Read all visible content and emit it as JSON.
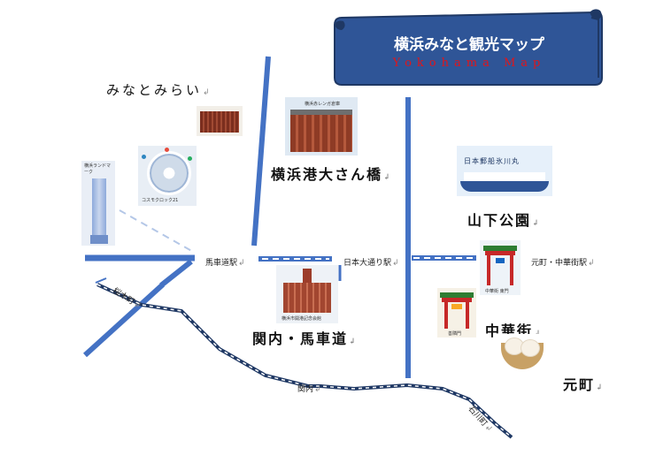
{
  "banner": {
    "title": "横浜みなと観光マップ",
    "subtitle": "Yokohama Map"
  },
  "areas": {
    "minatomirai": "みなとみらい",
    "osanbashi": "横浜港大さん橋",
    "yamashita": "山下公園",
    "kannai": "関内・馬車道",
    "chinatown": "中華街",
    "motomachi": "元町"
  },
  "stations": {
    "bashamichi": "馬車道駅",
    "nihon_odori": "日本大通り駅",
    "motomachi_chukagai": "元町・中華街駅",
    "sakuragicho": "桜木町",
    "kannai": "関内",
    "ishikawacho": "石川町"
  },
  "landmark_captions": {
    "landmark_tower": "横浜ランドマーク",
    "cosmo_clock": "コスモクロック21",
    "red_brick": "横浜赤レンガ倉庫",
    "hikawamaru": "日本郵船氷川丸",
    "chukagai_east_gate": "中華街 東門",
    "zenrin_gate": "善隣門",
    "kaiko_kinenkan": "横浜市開港記念会館"
  },
  "colors": {
    "road": "#4472c4",
    "banner_fill": "#2f5597",
    "banner_edge": "#1f3864",
    "subtitle": "#e0151b"
  }
}
